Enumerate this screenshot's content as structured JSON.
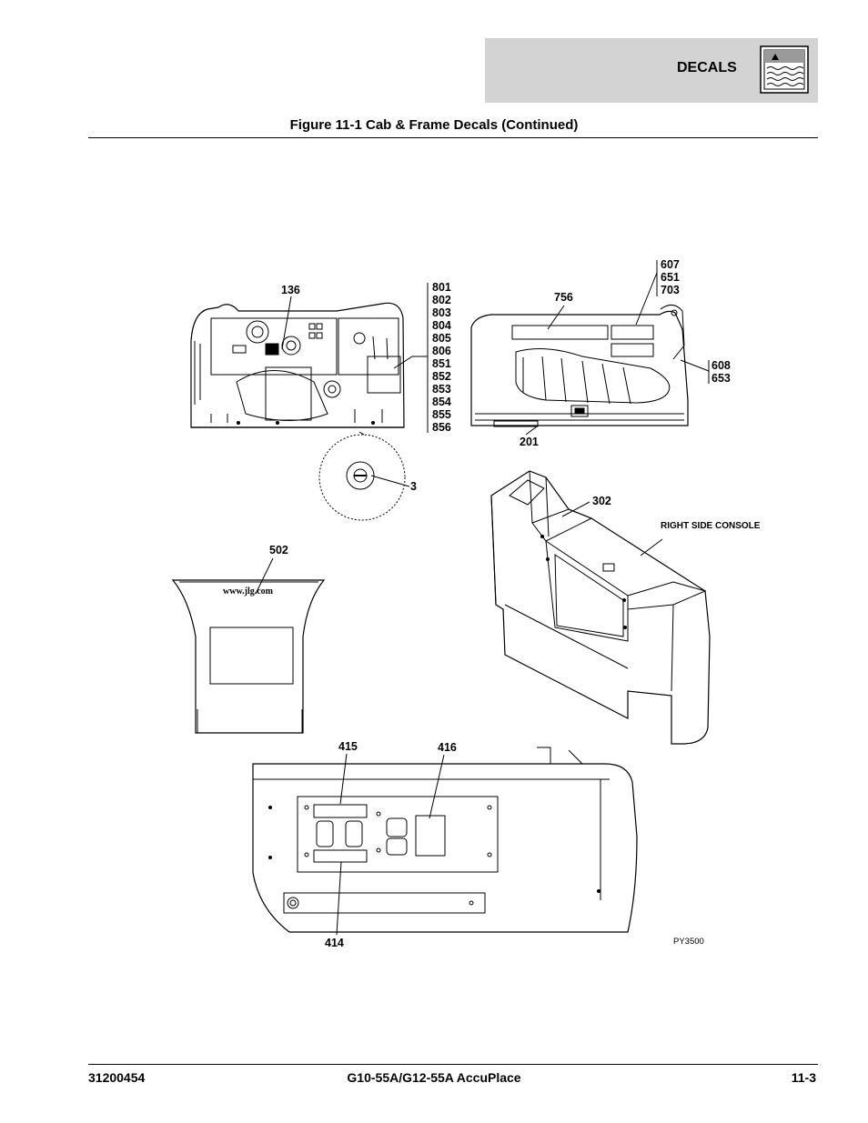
{
  "header": {
    "section_title": "DECALS",
    "icon": "wave-decal-icon"
  },
  "figure": {
    "title": "Figure 11-1 Cab & Frame Decals (Continued)"
  },
  "callouts": {
    "c136": "136",
    "dash_group": [
      "801",
      "802",
      "803",
      "804",
      "805",
      "806",
      "851",
      "852",
      "853",
      "854",
      "855",
      "856"
    ],
    "c756": "756",
    "c607_group": [
      "607",
      "651",
      "703"
    ],
    "c608_group": [
      "608",
      "653"
    ],
    "c201": "201",
    "c3": "3",
    "c302": "302",
    "console_label": "RIGHT SIDE CONSOLE",
    "c502": "502",
    "url_decal": "www.jlg.com",
    "c415": "415",
    "c416": "416",
    "c414": "414",
    "figure_code": "PY3500"
  },
  "footer": {
    "doc_number": "31200454",
    "model": "G10-55A/G12-55A AccuPlace",
    "page": "11-3"
  }
}
